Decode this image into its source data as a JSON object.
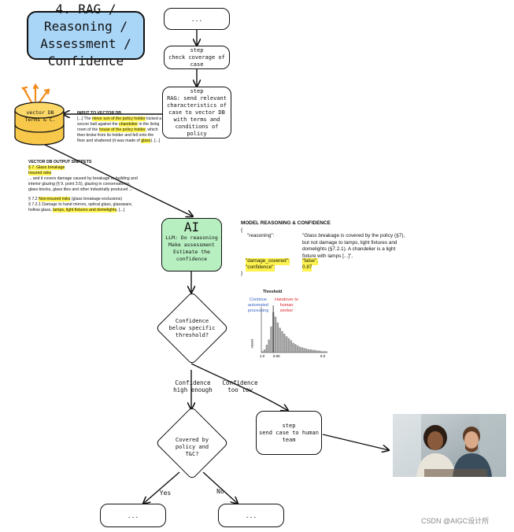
{
  "title": "4. RAG / Reasoning / Assessment / Confidence",
  "nodes": {
    "top_box": "...",
    "step_check": {
      "step": "step",
      "text": "check coverage of case"
    },
    "step_rag": {
      "step": "step",
      "text": "RAG: send relevant characteristics of case to vector DB with terms and conditions of policy"
    },
    "vector_db": {
      "line1": "vector DB",
      "line2": "Terms & C."
    },
    "ai_box": {
      "title": "AI",
      "text": "LLM: Do reasoning Make assessment Estimate the confidence"
    },
    "decision_confidence": "Confidence below specific threshold?",
    "decision_covered": "Covered by policy and T&C?",
    "step_send": {
      "step": "step",
      "text": "send case to human team"
    },
    "bottom_left_box": "...",
    "bottom_right_box": "..."
  },
  "edge_labels": {
    "confidence_high": "Confidence high enough",
    "confidence_low": "Confidence too low",
    "yes": "Yes",
    "no": "No"
  },
  "input_to_vector_db": {
    "heading": "INPUT TO VECTOR DB",
    "segments": [
      {
        "text": "[...] The ",
        "hl": false
      },
      {
        "text": "minor son of the policy holder",
        "hl": true
      },
      {
        "text": " kicked a soccer ball against the ",
        "hl": false
      },
      {
        "text": "chandelier",
        "hl": true
      },
      {
        "text": " in the living room of the ",
        "hl": false
      },
      {
        "text": "house of the policy holder",
        "hl": true
      },
      {
        "text": ", which then broke from its holder and fell onto the floor and shattered (it was made of ",
        "hl": false
      },
      {
        "text": "glass",
        "hl": true
      },
      {
        "text": "). [...]",
        "hl": false
      }
    ]
  },
  "vector_db_output": {
    "heading": "VECTOR DB OUTPUT SNIPPETS",
    "p1_segments": [
      {
        "text": "§ 7. Glass breakage",
        "hl": true
      },
      {
        "text": "\n",
        "hl": false
      },
      {
        "text": "Insured risks",
        "hl": true
      },
      {
        "text": "\n... and it covers damage caused by breakage to building and interior glazing (§ 9. point 3.5), glazing in conservatories, glass blocks, glass tiles and other industrially produced ...",
        "hl": false
      }
    ],
    "p2_segments": [
      {
        "text": "§ 7.2 ",
        "hl": false
      },
      {
        "text": "Non-insured risks",
        "hl": true
      },
      {
        "text": " (glass breakage exclusions)\n§ 7.2.1 Damage to hand mirrors, optical glass, glassware, hollow glass, ",
        "hl": false
      },
      {
        "text": "lamps, light fixtures and domelights",
        "hl": true
      },
      {
        "text": ", [...]",
        "hl": false
      }
    ]
  },
  "model_reasoning": {
    "heading": "MODEL REASONING & CONFIDENCE",
    "open": "{",
    "reasoning_key": "\"reasoning\":",
    "reasoning_value": "\"Glass breakage is covered by the policy (§7), but not damage to lamps, light fixtures and domelights (§7.2.1). A chandelier is a light fixture with lamps [...]\",",
    "damage_key": "\"damage_covered\":",
    "damage_value": "\"false\",",
    "confidence_key": "\"confidence\":",
    "confidence_value": "0.87",
    "close": "}"
  },
  "chart_data": {
    "type": "bar",
    "title": "Threshold",
    "ylabel": "cases",
    "tick_labels": [
      "1.0",
      "0.80",
      "0.0"
    ],
    "annotations": [
      {
        "text": "Continue automated processing",
        "color": "#3a66c4"
      },
      {
        "text": "Handover to human worker",
        "color": "#d8262c"
      }
    ],
    "threshold": 0.8,
    "values": [
      2,
      5,
      12,
      20,
      40,
      62,
      55,
      46,
      38,
      33,
      29,
      25,
      22,
      19,
      15,
      13,
      11,
      9,
      8,
      7,
      6,
      5,
      5,
      4,
      4,
      3,
      3,
      2,
      2,
      2
    ],
    "ylim": [
      0,
      70
    ]
  },
  "watermark": "CSDN @AIGC设计所",
  "colors": {
    "title_bg": "#a9d5f7",
    "ai_bg": "#b7efc0",
    "highlight": "#fff44f"
  }
}
